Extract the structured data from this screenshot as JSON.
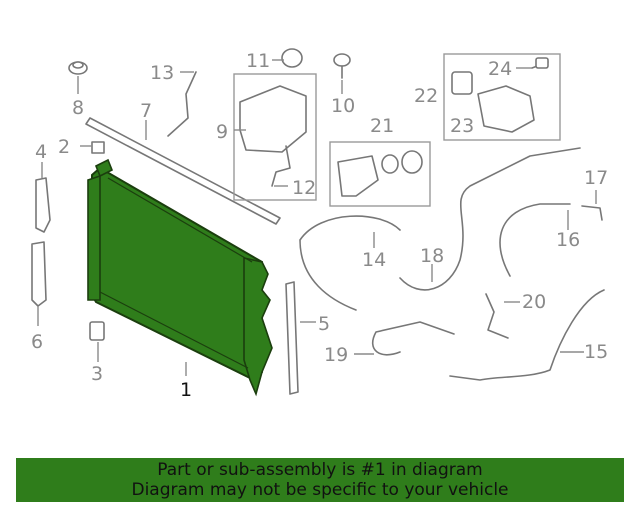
{
  "callouts": {
    "c1": "1",
    "c2": "2",
    "c3": "3",
    "c4": "4",
    "c5": "5",
    "c6": "6",
    "c7": "7",
    "c8": "8",
    "c9": "9",
    "c10": "10",
    "c11": "11",
    "c12": "12",
    "c13": "13",
    "c14": "14",
    "c15": "15",
    "c16": "16",
    "c17": "17",
    "c18": "18",
    "c19": "19",
    "c20": "20",
    "c21": "21",
    "c22": "22",
    "c23": "23",
    "c24": "24"
  },
  "footer": {
    "line1": "Part or sub-assembly is #1 in diagram",
    "line2": "Diagram may not be specific to your vehicle"
  },
  "colors": {
    "highlight": "#2f7d1b",
    "banner": "#2f7d1b"
  }
}
